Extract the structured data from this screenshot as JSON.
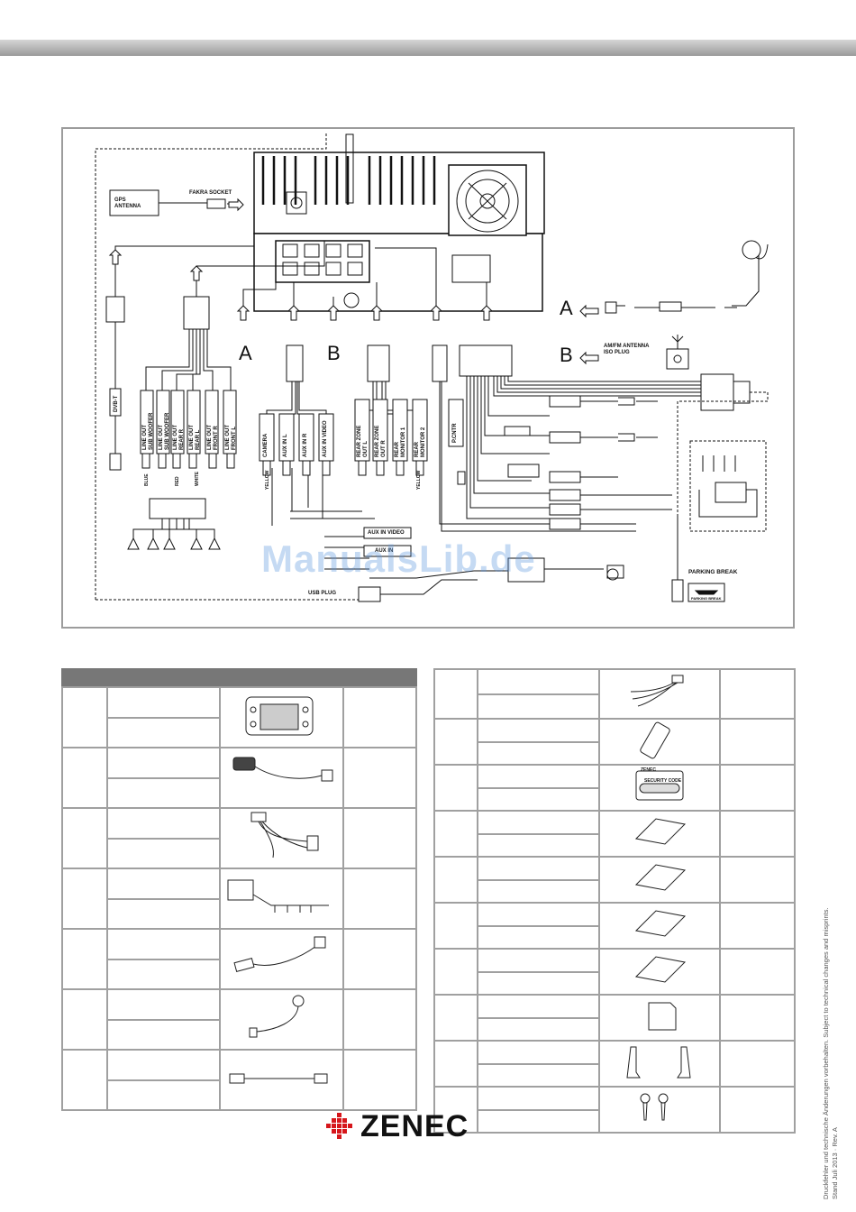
{
  "diagram": {
    "labels": {
      "gps_antenna": "GPS\nANTENNA",
      "fakra_socket": "FAKRA SOCKET",
      "dvb_t": "DVB-T",
      "arrow_a": "A",
      "arrow_b": "B",
      "am_fm_antenna": "AM/FM ANTENNA\nISO PLUG",
      "line_out_sub_1": "LINE OUT\nSUB WOOFER",
      "line_out_sub_2": "LINE OUT\nSUB WOOFER",
      "line_out_rear_r": "LINE OUT\nREAR R",
      "line_out_rear_l": "LINE OUT\nREAR L",
      "line_out_front_r": "LINE OUT\nFRONT R",
      "line_out_front_l": "LINE OUT\nFRONT L",
      "camera": "CAMERA",
      "aux_in_l": "AUX IN L",
      "aux_in_r": "AUX IN R",
      "aux_in_video": "AUX IN VIDEO",
      "rear_zone_out_l": "REAR ZONE\nOUT L",
      "rear_zone_out_r": "REAR ZONE\nOUT R",
      "rear_monitor_1": "REAR\nMONITOR 1",
      "rear_monitor_2": "REAR\nMONITOR 2",
      "p_cntr": "P.CNTR",
      "aux_in_video_box": "AUX IN VIDEO",
      "aux_in_box": "AUX IN",
      "usb_plug": "USB PLUG",
      "parking_break": "PARKING BREAK",
      "parking_break_small": "PARKING BREAK",
      "blue": "BLUE",
      "red": "RED",
      "white": "WHITE",
      "yellow": "YELLOW",
      "yellow_white": "YELLOW"
    },
    "watermark": "ManualsLib.de"
  },
  "parts_left": {
    "icons": [
      "head-unit-icon",
      "gps-antenna-icon",
      "wiring-harness-icon",
      "aux-usb-box-icon",
      "usb-cable-icon",
      "microphone-icon",
      "antenna-adapter-icon"
    ]
  },
  "parts_right": {
    "icons": [
      "rca-adapter-icon",
      "remote-control-icon",
      "security-card-icon",
      "card-icon",
      "card-icon",
      "card-icon",
      "card-icon",
      "sd-card-icon",
      "brackets-icon",
      "screws-icon"
    ],
    "security_card_brand": "ZENEC",
    "security_card_text": "SECURITY CODE"
  },
  "footer": {
    "brand": "ZENEC",
    "note_line1": "Druckfehler und technische Änderungen vorbehalten. Subject to technical changes and misprints.",
    "note_line2": "Stand Juli 2013 · Rev. A"
  },
  "colors": {
    "accent": "#d6161b",
    "frame": "#9c9c9c",
    "header": "#777777"
  }
}
